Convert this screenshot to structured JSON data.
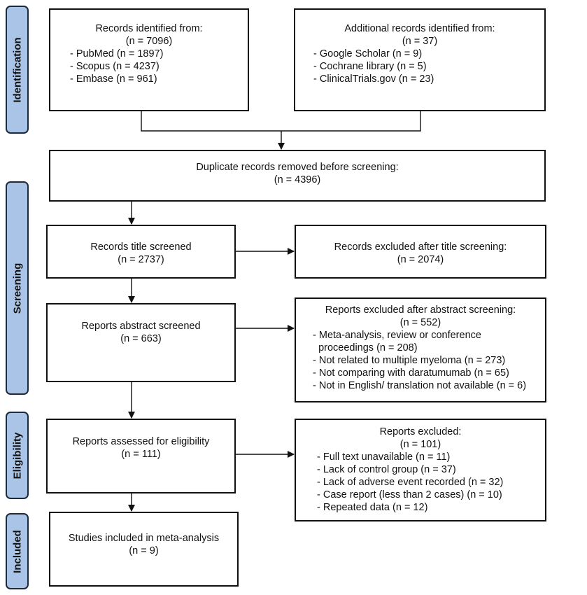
{
  "stages": {
    "identification": "Identification",
    "screening": "Screening",
    "eligibility": "Eligibility",
    "included": "Included"
  },
  "records_identified": {
    "header": "Records identified from:",
    "count": "(n = 7096)",
    "items": [
      "PubMed (n = 1897)",
      "Scopus (n = 4237)",
      "Embase (n = 961)"
    ]
  },
  "additional_records": {
    "header": "Additional records identified from:",
    "count": "(n = 37)",
    "items": [
      "Google Scholar (n = 9)",
      "Cochrane library (n = 5)",
      "ClinicalTrials.gov (n = 23)"
    ]
  },
  "duplicates_removed": {
    "header": "Duplicate records removed before screening:",
    "count": "(n = 4396)"
  },
  "title_screened": {
    "header": "Records title screened",
    "count": "(n = 2737)"
  },
  "title_excluded": {
    "header": "Records excluded after title screening:",
    "count": "(n = 2074)"
  },
  "abstract_screened": {
    "header": "Reports abstract screened",
    "count": "(n = 663)"
  },
  "abstract_excluded": {
    "header": "Reports excluded after abstract screening:",
    "count": "(n = 552)",
    "item1_line1": "Meta-analysis, review or conference",
    "item1_line2": "proceedings (n = 208)",
    "items": [
      "Not related to multiple myeloma (n = 273)",
      "Not comparing with daratumumab (n = 65)",
      "Not in English/ translation not available (n = 6)"
    ]
  },
  "eligibility_assessed": {
    "header": "Reports assessed for eligibility",
    "count": "(n = 111)"
  },
  "eligibility_excluded": {
    "header": "Reports excluded:",
    "count": "(n = 101)",
    "items": [
      "Full text unavailable (n = 11)",
      "Lack of control group (n = 37)",
      "Lack of adverse event recorded (n = 32)",
      "Case report (less than 2 cases) (n = 10)",
      "Repeated data (n = 12)"
    ]
  },
  "included": {
    "header": "Studies included in meta-analysis",
    "count": "(n = 9)"
  }
}
